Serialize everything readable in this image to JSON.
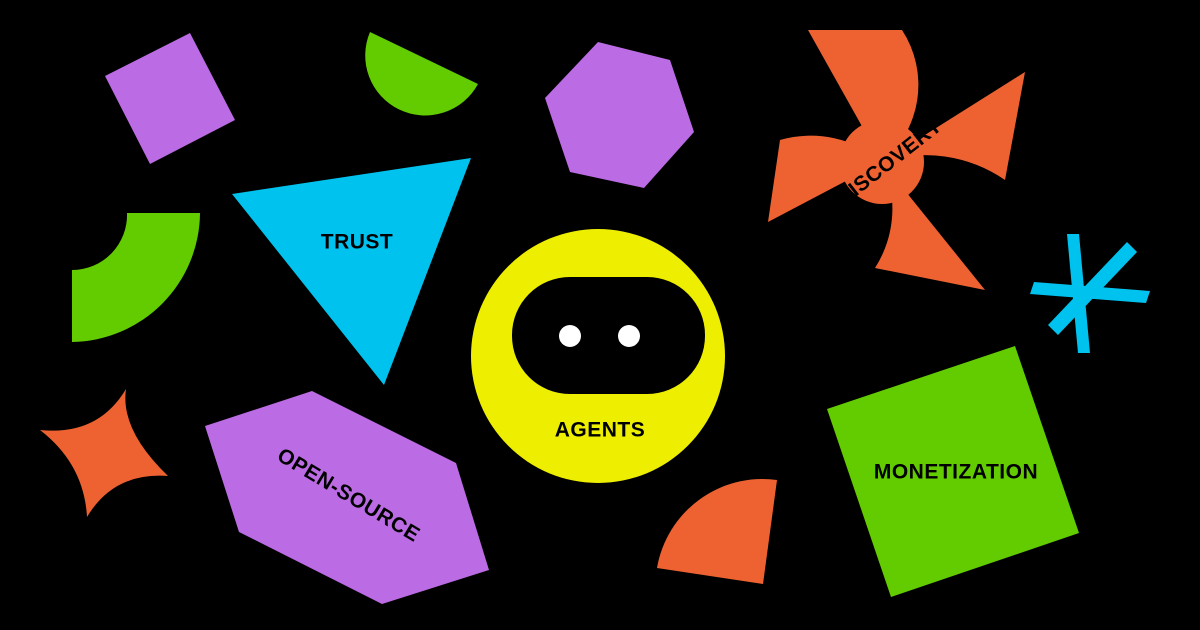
{
  "labels": {
    "trust": "TRUST",
    "discovery": "DISCOVERY",
    "agents": "AGENTS",
    "open_source": "OPEN-SOURCE",
    "monetization": "MONETIZATION"
  },
  "colors": {
    "background": "#000000",
    "purple": "#BB6BE3",
    "green": "#63CC00",
    "blue": "#00C2EE",
    "orange": "#EE6232",
    "yellow": "#EEEE00",
    "white": "#FFFFFF",
    "text": "#000000"
  }
}
